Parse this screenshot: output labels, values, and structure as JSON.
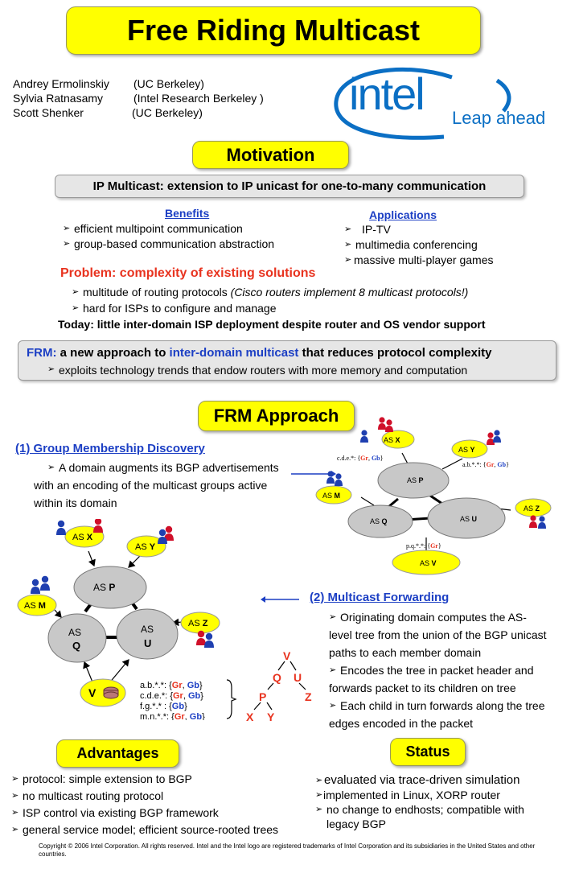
{
  "title": "Free Riding Multicast",
  "authors": [
    {
      "name": "Andrey Ermolinskiy",
      "affiliation": "(UC Berkeley)"
    },
    {
      "name": "Sylvia Ratnasamy",
      "affiliation": "(Intel Research Berkeley )"
    },
    {
      "name": "Scott Shenker",
      "affiliation": "(UC Berkeley)"
    }
  ],
  "logo": {
    "brand": "intel",
    "tagline": "Leap ahead"
  },
  "motivation": {
    "heading": "Motivation",
    "ip_multicast": "IP Multicast: extension to IP unicast for one-to-many communication",
    "benefits_title": "Benefits",
    "benefits": [
      "efficient multipoint communication",
      "group-based communication abstraction"
    ],
    "applications_title": "Applications",
    "applications": [
      "IP-TV",
      "multimedia conferencing",
      "massive multi-player games"
    ],
    "problem_title": "Problem: complexity of existing solutions",
    "problem_item1": "multitude of routing protocols",
    "problem_item1_note": "(Cisco routers implement 8 multicast protocols!)",
    "problem_item2": "hard for ISPs to configure and manage",
    "today": "Today: little inter-domain ISP deployment despite router and OS vendor support"
  },
  "frm": {
    "label": "FRM:",
    "text1": "a new approach to",
    "highlight": "inter-domain multicast",
    "text2": "that reduces protocol complexity",
    "bullet": "exploits technology trends that endow routers with more memory and computation"
  },
  "approach": {
    "heading": "FRM Approach",
    "step1_title": "(1) Group Membership Discovery",
    "step1_lines": [
      "A domain augments its BGP advertisements",
      "with an encoding of the multicast groups active",
      "within its domain"
    ],
    "step2_title": "(2) Multicast Forwarding",
    "step2_lines": [
      "Originating domain computes the AS-",
      "level tree from the union of the BGP unicast",
      "paths to each member domain",
      "Encodes the tree in packet header and",
      "forwards packet to its children on tree",
      "Each child in turn forwards along the tree",
      "edges encoded in the packet"
    ]
  },
  "diagram_top": {
    "as_word": "AS",
    "nodes": {
      "x": "X",
      "y": "Y",
      "m": "M",
      "p": "P",
      "q": "Q",
      "u": "U",
      "z": "Z",
      "v": "V"
    },
    "ad_cde": "c.d.e.*:",
    "ad_ab": "a.b.*.*:",
    "ad_pq": "p.q.*.*:",
    "gr": "Gr",
    "gb": "Gb",
    "brace_open": "{",
    "brace_close": "}",
    "comma": ","
  },
  "diagram_bottom": {
    "as_word": "AS",
    "nodes": {
      "x": "X",
      "y": "Y",
      "m": "M",
      "p": "P",
      "q": "Q",
      "u": "U",
      "z": "Z",
      "v": "V"
    },
    "table_labels": [
      "a.b.*.*:",
      "c.d.e.*:",
      "f.g.*.* :",
      "m.n.*.*:"
    ],
    "gr": "Gr",
    "gb": "Gb",
    "brace_open": "{",
    "brace_close": "}",
    "comma": ","
  },
  "tree": {
    "v": "V",
    "q": "Q",
    "u": "U",
    "p": "P",
    "z": "Z",
    "x": "X",
    "y": "Y"
  },
  "advantages": {
    "heading": "Advantages",
    "items": [
      "protocol: simple extension to BGP",
      "no multicast routing protocol",
      "ISP control via existing BGP framework",
      "general service model; efficient source-rooted trees"
    ]
  },
  "status": {
    "heading": "Status",
    "items": [
      "evaluated via trace-driven simulation",
      "implemented in Linux, XORP router",
      "no change to endhosts; compatible with"
    ],
    "continuation": "legacy BGP"
  },
  "copyright": "Copyright © 2006 Intel Corporation. All rights reserved. Intel and the Intel logo are registered trademarks of Intel Corporation and its subsidiaries in the United States and other countries.",
  "colors": {
    "yellow": "#ffff00",
    "blue": "#1c3fc4",
    "red": "#e8331f",
    "intel_blue": "#0b6fc4"
  }
}
